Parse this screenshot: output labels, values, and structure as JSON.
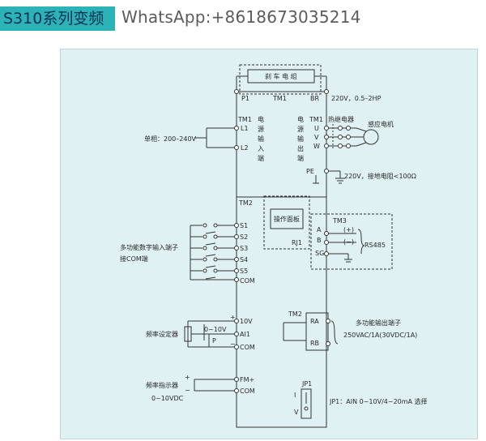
{
  "header": {
    "series_title": "S310系列变频",
    "whatsapp": "WhatsApp:+8618673035214"
  },
  "diagram": {
    "brake": {
      "label": "刹 车 电 组",
      "p1": "P1",
      "tm1": "TM1",
      "br": "BR",
      "spec": "220V，0.5–2HP"
    },
    "power_in": {
      "tm1": "TM1",
      "l1": "L1",
      "l2": "L2",
      "vertical_label": [
        "电",
        "源",
        "输",
        "入",
        "端"
      ],
      "single_phase": "单相：200–240V"
    },
    "power_out": {
      "tm1": "TM1",
      "u": "U",
      "v": "V",
      "w": "W",
      "vertical_label": [
        "电",
        "源",
        "输",
        "出",
        "端"
      ],
      "relay": "热继电器",
      "motor": "感应电机"
    },
    "ground": {
      "pe": "PE",
      "spec": "220V，接地电阻<100Ω"
    },
    "tm2": "TM2",
    "digital_inputs": {
      "terminals": [
        "S1",
        "S2",
        "S3",
        "S4",
        "S5",
        "COM"
      ],
      "label_line1": "多功能数字输入端子",
      "label_line2": "接COM端"
    },
    "panel": {
      "label": "操作面板",
      "rj": "RJ1"
    },
    "rs485": {
      "tm3": "TM3",
      "a": "A",
      "b": "B",
      "sg": "SG",
      "plus": "(+)",
      "minus": "(−)",
      "label": "RS485"
    },
    "freq_setter": {
      "v10": "10V",
      "ai1": "AI1",
      "com": "COM",
      "range": "0~10V",
      "p": "P",
      "label": "频率设定器",
      "plus": "+",
      "minus": "−"
    },
    "relay_out": {
      "tm2": "TM2",
      "ra": "RA",
      "rb": "RB",
      "label1": "多功能输出端子",
      "label2": "250VAC/1A(30VDC/1A)"
    },
    "freq_meter": {
      "fm": "FM+",
      "com": "COM",
      "label": "频率指示器",
      "range": "0~10VDC",
      "plus": "+",
      "minus": "−"
    },
    "jumper": {
      "jp1": "JP1",
      "i": "I",
      "v": "V",
      "note": "JP1：AIN 0~10V/4~20mA 选择"
    }
  }
}
